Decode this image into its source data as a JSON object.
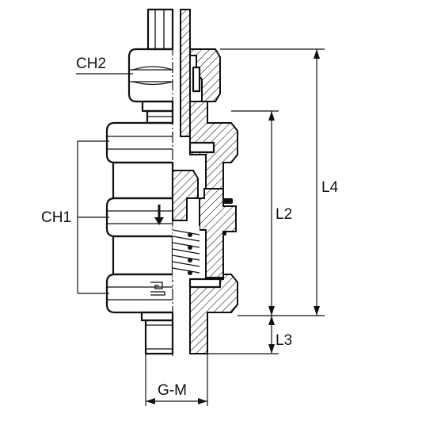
{
  "labels": {
    "ch2": "CH2",
    "ch1": "CH1",
    "l4": "L4",
    "l2": "L2",
    "l3": "L3",
    "gm": "G-M"
  }
}
